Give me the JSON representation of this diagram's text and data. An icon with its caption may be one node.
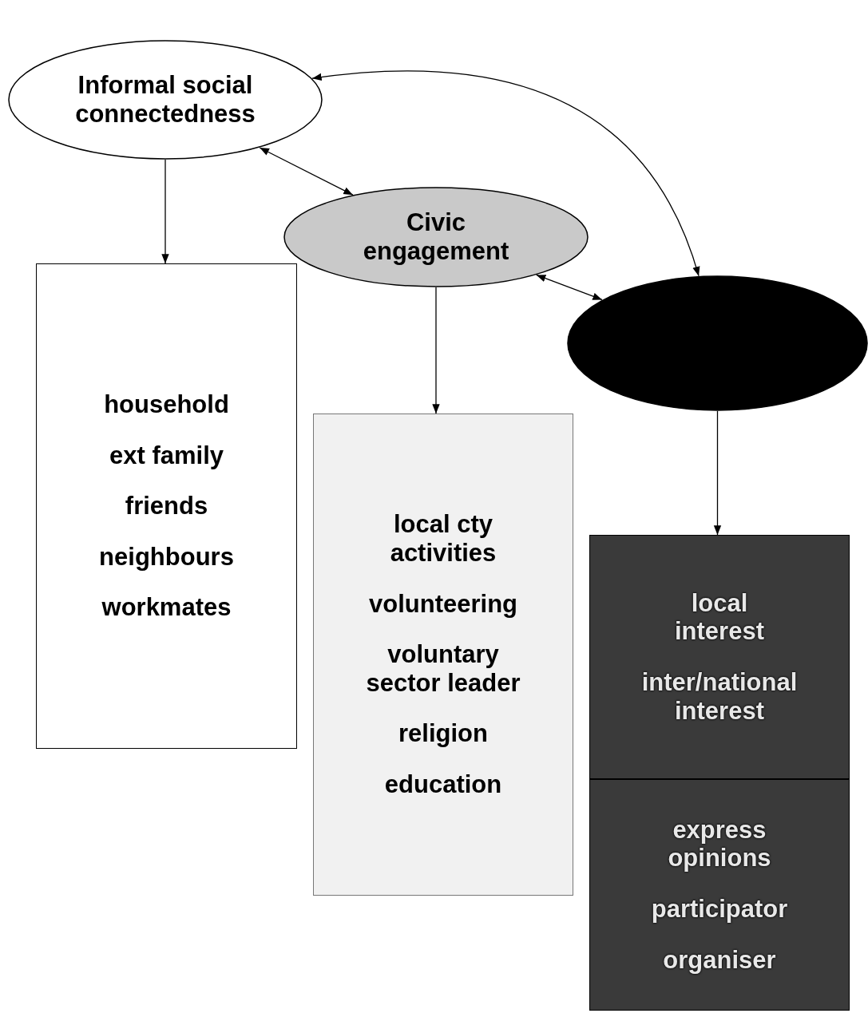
{
  "diagram": {
    "nodes": [
      {
        "text": [
          "Informal social connectedness"
        ]
      },
      {
        "text": [
          "Civic engagement"
        ]
      },
      {
        "text": [],
        "shape": "ellipse"
      },
      {
        "text": [
          "household",
          "ext family",
          "friends",
          "neighbours",
          "workmates"
        ]
      },
      {
        "text": [
          "local cty activities",
          "volunteering",
          "voluntary sector leader",
          "religion",
          "education"
        ]
      },
      {
        "text": [
          "local interest",
          "inter/national interest"
        ]
      },
      {
        "text": [
          "express opinions",
          "participator",
          "organiser"
        ]
      }
    ],
    "edges": [
      {
        "from": 0,
        "to": 1,
        "arrow": "both"
      },
      {
        "from": 1,
        "to": 2,
        "arrow": "both"
      },
      {
        "from": 0,
        "to": 2,
        "arrow": "both"
      },
      {
        "from": 0,
        "to": 3,
        "arrow": "to"
      },
      {
        "from": 1,
        "to": 4,
        "arrow": "to"
      },
      {
        "from": 2,
        "to": 5,
        "arrow": "to"
      }
    ]
  }
}
